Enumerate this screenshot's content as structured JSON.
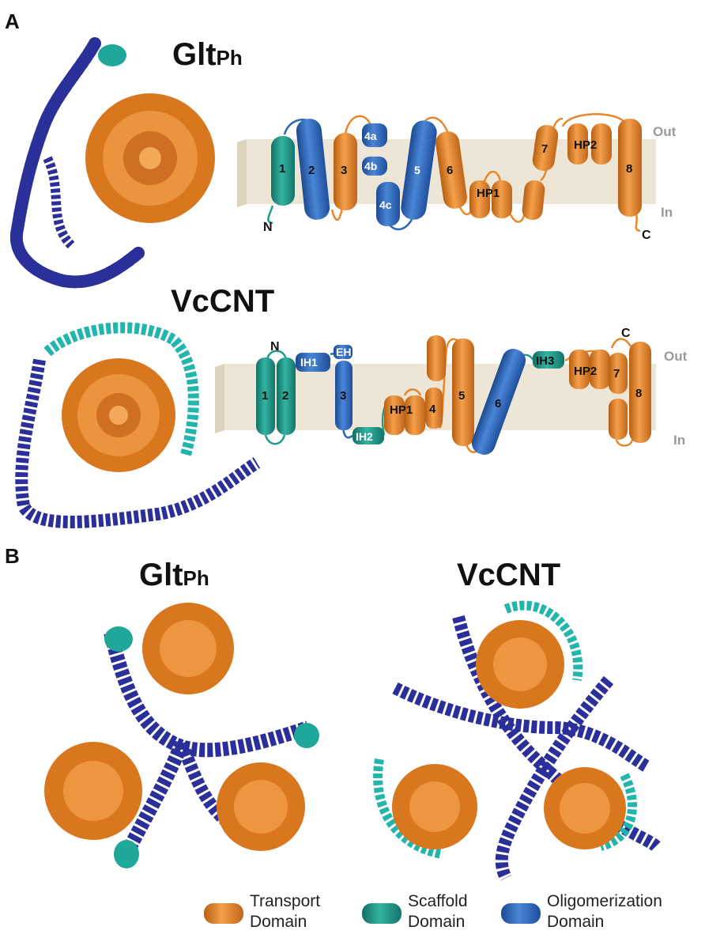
{
  "panels": {
    "a": {
      "letter": "A"
    },
    "b": {
      "letter": "B"
    }
  },
  "titles": {
    "gltph_main": "Glt",
    "gltph_sub": "Ph",
    "vccnt": "VcCNT"
  },
  "membrane": {
    "out": "Out",
    "in": "In"
  },
  "gltph_topology": {
    "n_term": "N",
    "c_term": "C",
    "helices": [
      "1",
      "2",
      "3",
      "4a",
      "4b",
      "4c",
      "5",
      "6",
      "HP1",
      "7",
      "HP2",
      "8"
    ]
  },
  "vccnt_topology": {
    "n_term": "N",
    "c_term": "C",
    "helices": [
      "1",
      "2",
      "IH1",
      "EH",
      "3",
      "IH2",
      "HP1",
      "4",
      "5",
      "6",
      "IH3",
      "HP2",
      "7",
      "8"
    ]
  },
  "legend": [
    {
      "line1": "Transport",
      "line2": "Domain",
      "color": "#e8872a"
    },
    {
      "line1": "Scaffold",
      "line2": "Domain",
      "color": "#1f9c8c"
    },
    {
      "line1": "Oligomerization",
      "line2": "Domain",
      "color": "#2c64b8"
    }
  ],
  "colors": {
    "transport": "#e8872a",
    "scaffold": "#1f9c8c",
    "oligomerization": "#2c64b8",
    "oligomer_structure": "#2a2f9a",
    "scaffold_structure": "#22b5ad",
    "membrane": "#ede6d6"
  }
}
